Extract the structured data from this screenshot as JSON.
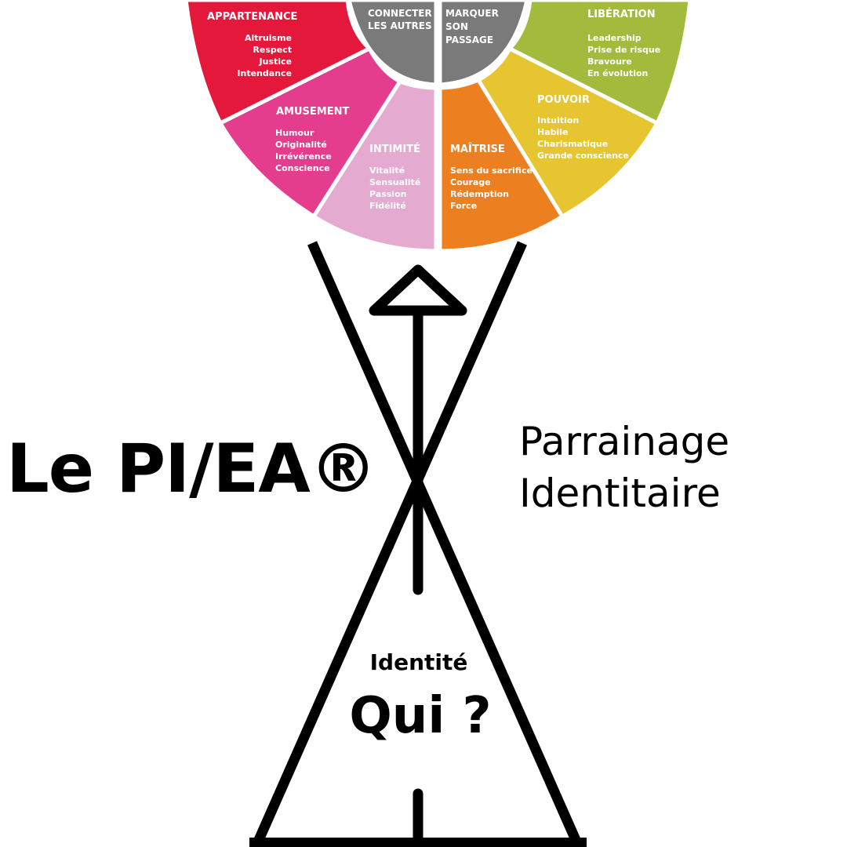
{
  "wheel": {
    "segments": [
      {
        "title": "APPARTENANCE",
        "items": [
          "Altruisme",
          "Respect",
          "Justice",
          "Intendance"
        ],
        "color": "#E4183A"
      },
      {
        "title": "AMUSEMENT",
        "items": [
          "Humour",
          "Originalité",
          "Irrévérence",
          "Conscience"
        ],
        "color": "#E43D8E"
      },
      {
        "title": "INTIMITÉ",
        "items": [
          "Vitalité",
          "Sensualité",
          "Passion",
          "Fidélité"
        ],
        "color": "#E4AACF"
      },
      {
        "title": "MAÎTRISE",
        "items": [
          "Sens du sacrifice",
          "Courage",
          "Rédemption",
          "Force"
        ],
        "color": "#EC8021"
      },
      {
        "title": "POUVOIR",
        "items": [
          "Intuition",
          "Habile",
          "Charismatique",
          "Grande conscience"
        ],
        "color": "#E6C530"
      },
      {
        "title": "LIBÉRATION",
        "items": [
          "Leadership",
          "Prise de risque",
          "Bravoure",
          "En évolution"
        ],
        "color": "#A2BB3D"
      }
    ],
    "hub": {
      "left_lines": [
        "CONNECTER",
        "LES AUTRES"
      ],
      "right_lines": [
        "MARQUER",
        "SON",
        "PASSAGE"
      ],
      "color": "#7A7A7A"
    }
  },
  "title": "Le PI/EA®",
  "subtitle": {
    "line1": "Parrainage",
    "line2": "Identitaire"
  },
  "identity": {
    "label": "Identité",
    "question": "Qui ?"
  }
}
